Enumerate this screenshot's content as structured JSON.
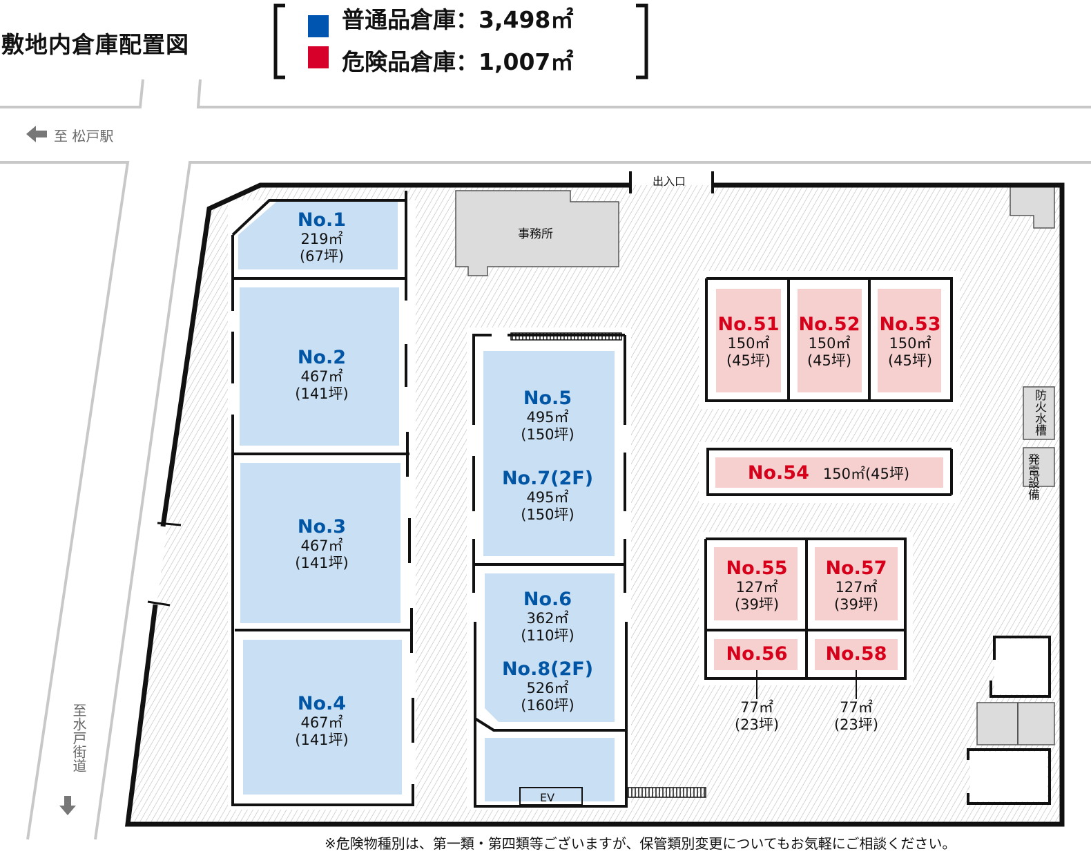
{
  "title": "敷地内倉庫配置図",
  "legend": {
    "general": {
      "label": "普通品倉庫：3,498㎡",
      "color": "#0055b0"
    },
    "hazard": {
      "label": "危険品倉庫：1,007㎡",
      "color": "#d7002a"
    }
  },
  "directions": {
    "station": "至 松戸駅",
    "road": "至水戸街道"
  },
  "facilities": {
    "entrance": "出入口",
    "office": "事務所",
    "water_tank": "防火水槽",
    "generator": "発電設備",
    "ev": "EV"
  },
  "warehouses": [
    {
      "no": "No.1",
      "area": "219㎡",
      "tsubo": "(67坪)"
    },
    {
      "no": "No.2",
      "area": "467㎡",
      "tsubo": "(141坪)"
    },
    {
      "no": "No.3",
      "area": "467㎡",
      "tsubo": "(141坪)"
    },
    {
      "no": "No.4",
      "area": "467㎡",
      "tsubo": "(141坪)"
    },
    {
      "no": "No.5",
      "area": "495㎡",
      "tsubo": "(150坪)"
    },
    {
      "no": "No.7(2F)",
      "area": "495㎡",
      "tsubo": "(150坪)"
    },
    {
      "no": "No.6",
      "area": "362㎡",
      "tsubo": "(110坪)"
    },
    {
      "no": "No.8(2F)",
      "area": "526㎡",
      "tsubo": "(160坪)"
    }
  ],
  "hazard_warehouses": [
    {
      "no": "No.51",
      "area": "150㎡",
      "tsubo": "(45坪)"
    },
    {
      "no": "No.52",
      "area": "150㎡",
      "tsubo": "(45坪)"
    },
    {
      "no": "No.53",
      "area": "150㎡",
      "tsubo": "(45坪)"
    },
    {
      "no": "No.54",
      "area": "150㎡(45坪)"
    },
    {
      "no": "No.55",
      "area": "127㎡",
      "tsubo": "(39坪)"
    },
    {
      "no": "No.57",
      "area": "127㎡",
      "tsubo": "(39坪)"
    },
    {
      "no": "No.56",
      "area": "77㎡",
      "tsubo": "(23坪)"
    },
    {
      "no": "No.58",
      "area": "77㎡",
      "tsubo": "(23坪)"
    }
  ],
  "colors": {
    "general_fill": "#c9dff3",
    "hazard_fill": "#f6cfcf",
    "general_text": "#0055a5",
    "hazard_text": "#d7001a"
  },
  "footnote": "※危険物種別は、第一類・第四類等ございますが、保管類別変更についてもお気軽にご相談ください。"
}
